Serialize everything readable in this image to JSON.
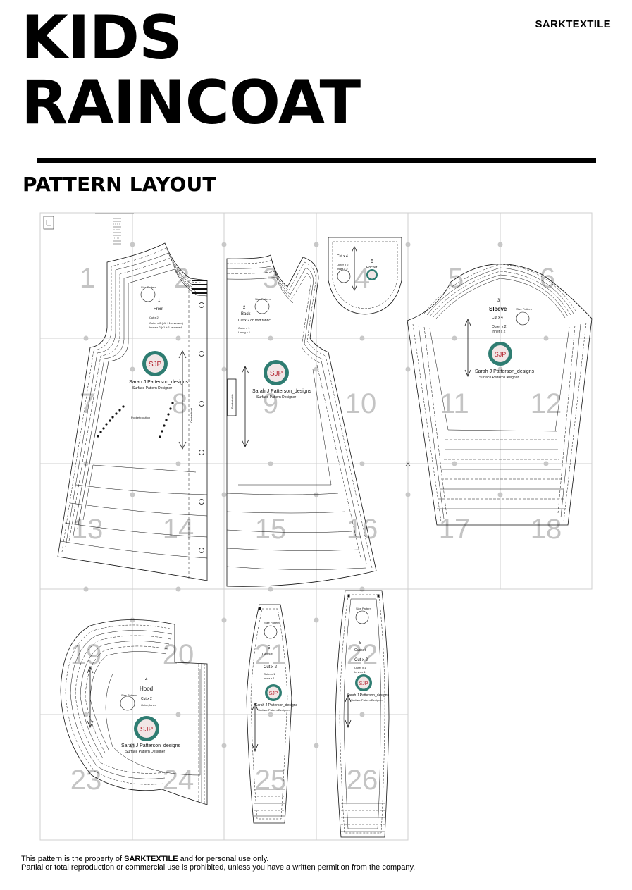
{
  "header": {
    "brand": "SARKTEXTILE",
    "title_line1": "KIDS",
    "title_line2": "RAINCOAT",
    "subtitle": "PATTERN LAYOUT"
  },
  "layout": {
    "tile_numbers": [
      "1",
      "2",
      "3",
      "4",
      "5",
      "6",
      "7",
      "8",
      "9",
      "10",
      "11",
      "12",
      "13",
      "14",
      "15",
      "16",
      "17",
      "18",
      "19",
      "20",
      "21",
      "22",
      "23",
      "24",
      "25",
      "26"
    ],
    "pieces": {
      "front": {
        "number": "1",
        "name": "Front",
        "cut": "Cut x 2",
        "note1": "Outer x 2 (x1 + 1 reversed)",
        "note2": "Inner x 2 (x1 + 1 reversed)"
      },
      "back": {
        "number": "2",
        "name": "Back",
        "cut": "Cut x 2 on fold fabric",
        "note1": "Outer x 1",
        "note2": "Lining x 1"
      },
      "sleeve": {
        "number": "3",
        "name": "Sleeve",
        "cut": "Cut x 4",
        "note1": "Outer x 2",
        "note2": "Inner x 2"
      },
      "hood": {
        "number": "4",
        "name": "Hood",
        "cut": "Cut x 2",
        "note1": "Outer, Inner"
      },
      "gusset_a": {
        "number": "5",
        "name": "Gusset",
        "cut": "Cut x 2",
        "note1": "Outer x 1",
        "note2": "Inner x 1"
      },
      "gusset_b": {
        "number": "5",
        "name": "Gusset",
        "cut": "Cut x 2",
        "note1": "Outer x 1",
        "note2": "Inner x 1"
      },
      "pocket": {
        "number": "6",
        "name": "Pocket",
        "cut": "Cut x 4",
        "note1": "Outer x 2",
        "note2": "Inner x 2"
      }
    },
    "designer_name": "Sarah J Patterson_designs",
    "designer_role": "Surface Pattern Designer",
    "logo_initials": "SJP",
    "pocket_position": "Pocket position",
    "centre_front": "Centre front",
    "pocket_side": "Pocket side",
    "size_pattern": "Size Pattern"
  },
  "footer": {
    "line1_prefix": "This pattern is the property of ",
    "line1_brand": "SARKTEXTILE",
    "line1_suffix": " and for personal use only.",
    "line2": "Partial or total reproduction or commercial use is prohibited, unless you have a written permition from the company."
  }
}
